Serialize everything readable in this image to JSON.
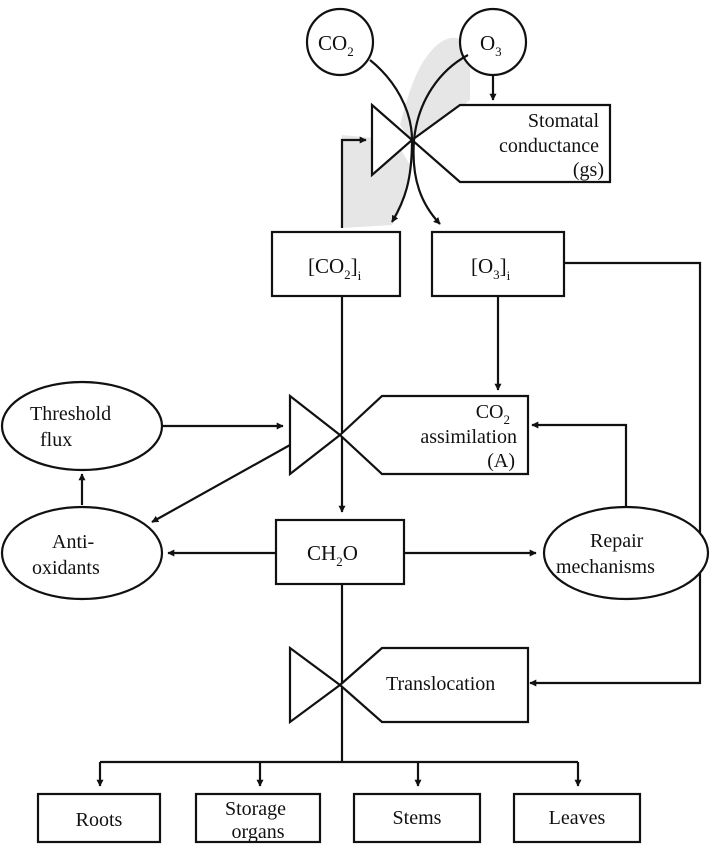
{
  "colors": {
    "ink": "#111111",
    "shade": "#e6e6e6",
    "background": "#ffffff"
  },
  "nodes": {
    "co2_ext": {
      "base": "CO",
      "sub": "2"
    },
    "o3_ext": {
      "base": "O",
      "sub": "3"
    },
    "stomatal": {
      "line1": "Stomatal",
      "line2": "conductance",
      "line3": "(gs)"
    },
    "co2_int": {
      "open": "[CO",
      "sub": "2",
      "close": "]",
      "sub2": "i"
    },
    "o3_int": {
      "open": "[O",
      "sub": "3",
      "close": "]",
      "sub2": "i"
    },
    "threshold": {
      "line1": "Threshold",
      "line2": "flux"
    },
    "assimilation": {
      "l1_base": "CO",
      "l1_sub": "2",
      "line2": "assimilation",
      "line3": "(A)"
    },
    "antioxidants": {
      "line1": "Anti-",
      "line2": "oxidants"
    },
    "ch2o": {
      "a": "CH",
      "sub": "2",
      "b": "O"
    },
    "repair": {
      "line1": "Repair",
      "line2": "mechanisms"
    },
    "translocation": {
      "label": "Translocation"
    },
    "roots": {
      "label": "Roots"
    },
    "storage": {
      "line1": "Storage",
      "line2": "organs"
    },
    "stems": {
      "label": "Stems"
    },
    "leaves": {
      "label": "Leaves"
    }
  }
}
